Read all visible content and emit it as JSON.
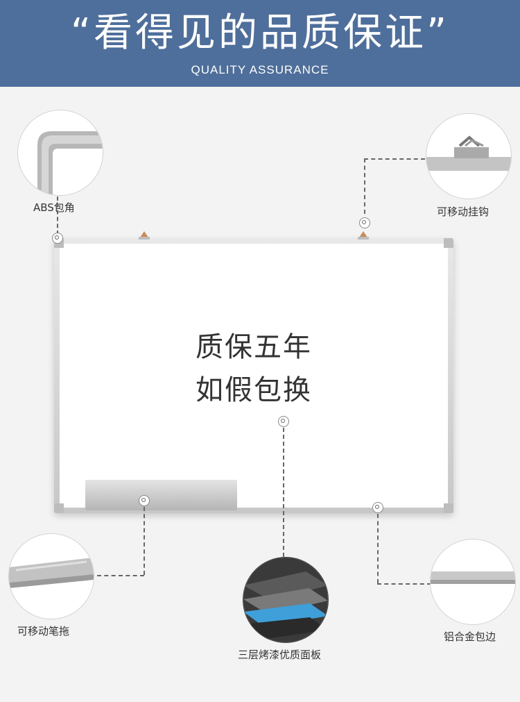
{
  "banner": {
    "title": "“看得见的品质保证”",
    "subtitle": "QUALITY ASSURANCE"
  },
  "board": {
    "line1": "质保五年",
    "line2": "如假包换"
  },
  "features": {
    "corner": "ABS包角",
    "hook": "可移动挂钩",
    "tray": "可移动笔拖",
    "panel": "三层烤漆优质面板",
    "frame": "铝合金包边"
  },
  "colors": {
    "banner": "#4e6f9c",
    "background": "#f3f3f3",
    "panel_blue": "#3f9fd8"
  }
}
